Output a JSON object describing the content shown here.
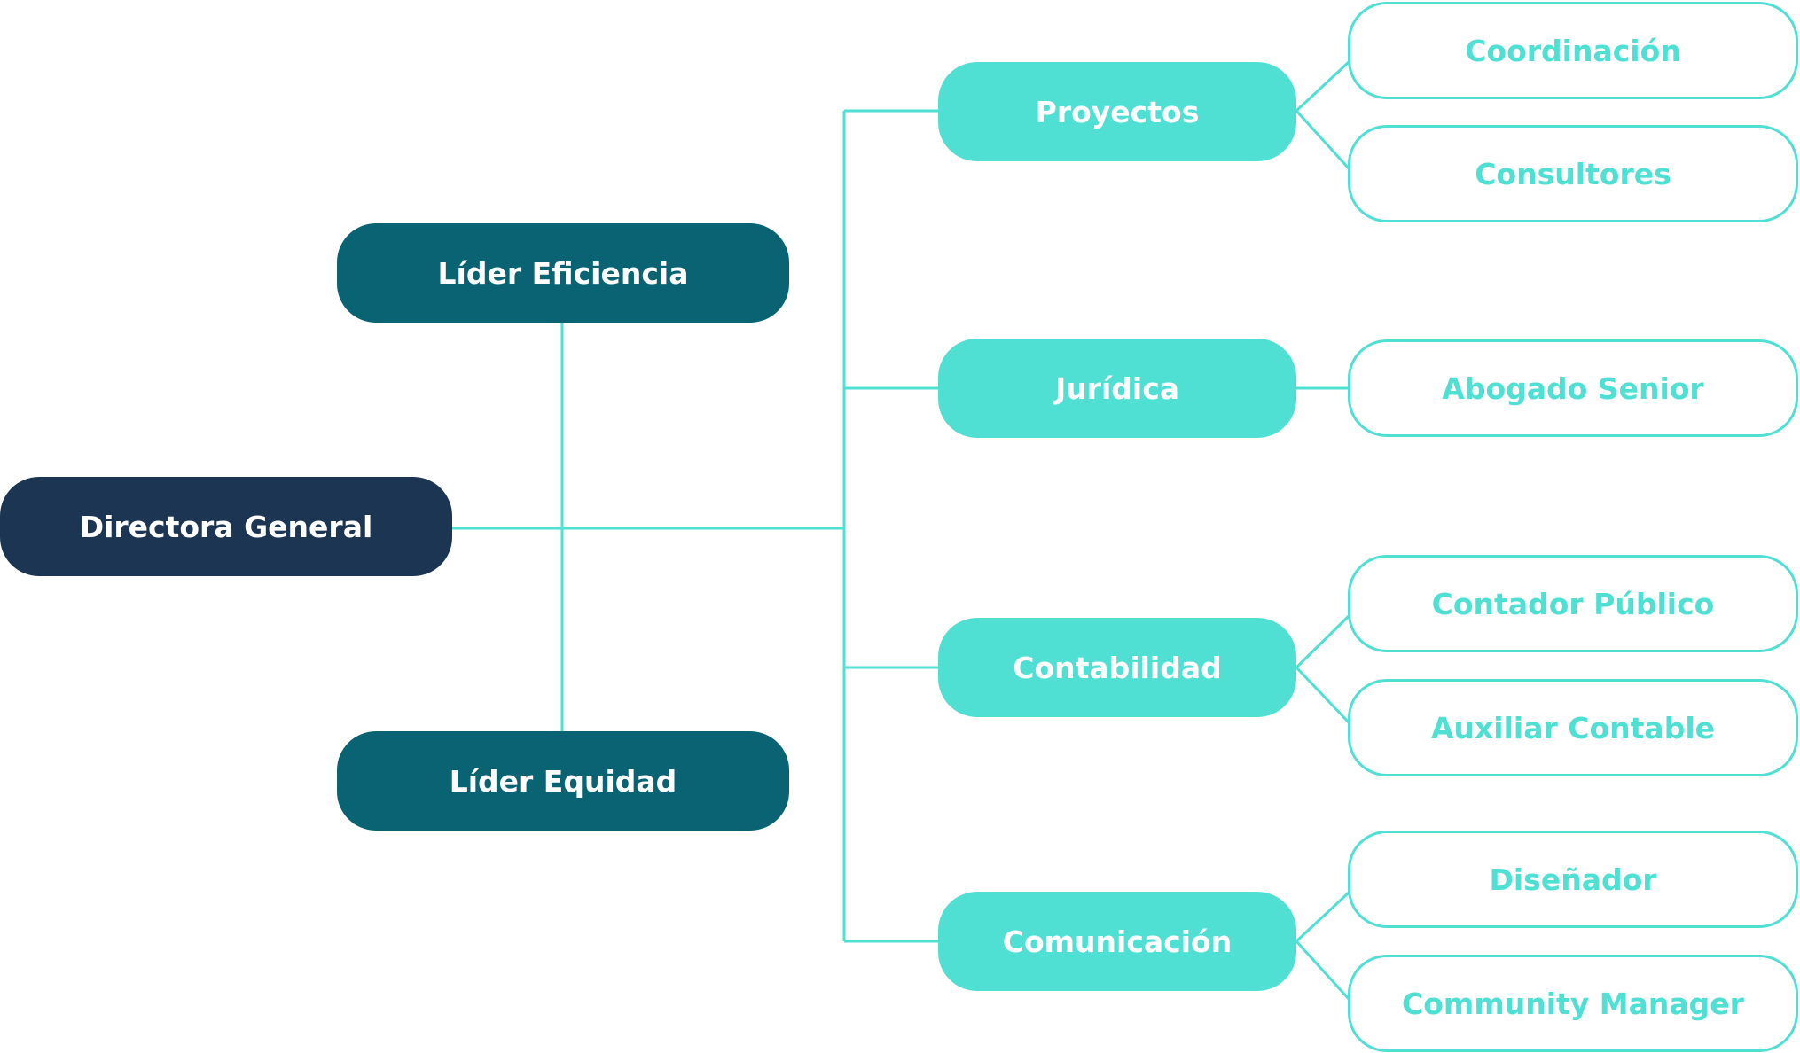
{
  "colors": {
    "root": "#1b3552",
    "leader": "#0a6372",
    "department": "#4fe0d3",
    "connector": "#4fe0d3",
    "role_text": "#4fe0d3",
    "background": "#ffffff"
  },
  "org": {
    "root": "Directora General",
    "leaders": [
      "Líder Eficiencia",
      "Líder Equidad"
    ],
    "departments": [
      {
        "label": "Proyectos",
        "roles": [
          "Coordinación",
          "Consultores"
        ]
      },
      {
        "label": "Jurídica",
        "roles": [
          "Abogado Senior"
        ]
      },
      {
        "label": "Contabilidad",
        "roles": [
          "Contador Público",
          "Auxiliar Contable"
        ]
      },
      {
        "label": "Comunicación",
        "roles": [
          "Diseñador",
          "Community Manager"
        ]
      }
    ]
  }
}
